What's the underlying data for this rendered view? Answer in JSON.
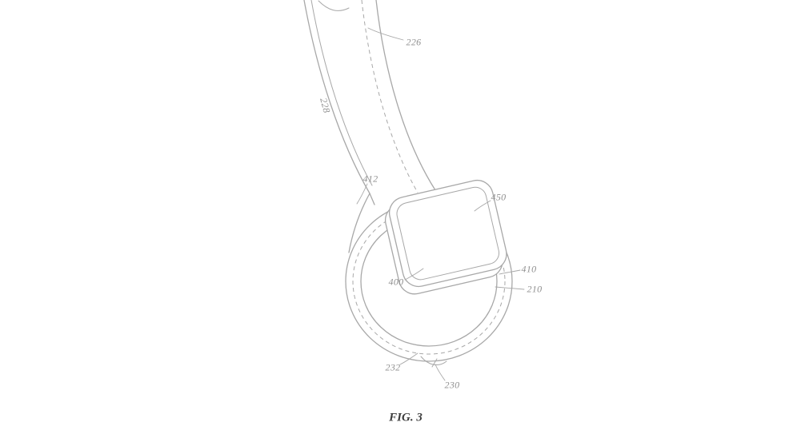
{
  "figure": {
    "caption": "FIG. 3",
    "labels": [
      {
        "id": "226",
        "text": "226"
      },
      {
        "id": "228",
        "text": "228"
      },
      {
        "id": "412",
        "text": "412"
      },
      {
        "id": "450",
        "text": "450"
      },
      {
        "id": "400",
        "text": "400"
      },
      {
        "id": "410",
        "text": "410"
      },
      {
        "id": "210",
        "text": "210"
      },
      {
        "id": "232",
        "text": "232"
      },
      {
        "id": "230",
        "text": "230"
      }
    ],
    "colors": {
      "background": "#ffffff",
      "line": "#a8a8a8",
      "label": "#909090",
      "caption": "#3c3c3c"
    }
  }
}
